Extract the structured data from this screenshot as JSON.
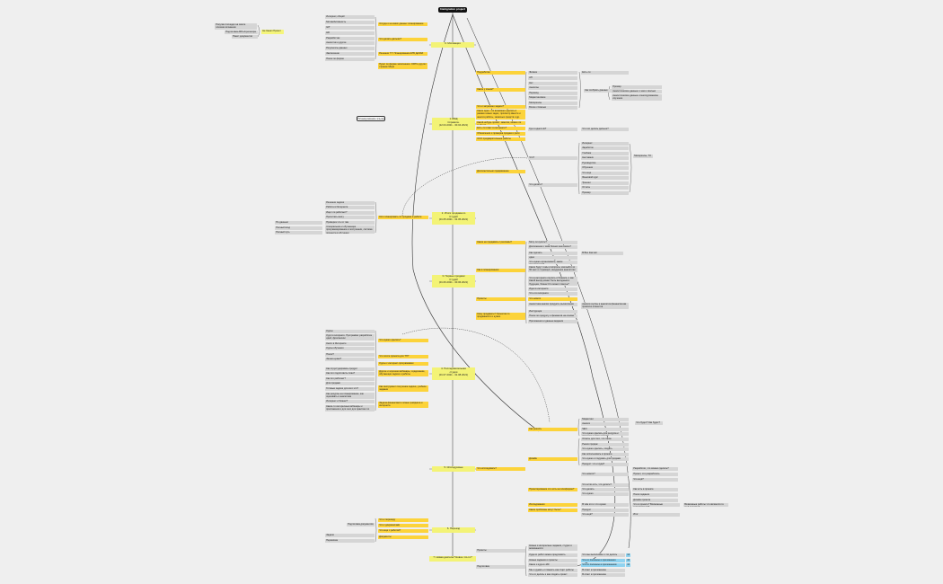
{
  "root": {
    "title": "Immigration project"
  },
  "free_label": "Планирование языка",
  "sections": [
    {
      "label": "0. Мотивация"
    },
    {
      "label": "1.ОБЩ\nСправочн.\n(12.04.2021 - 30.04.2021)"
    },
    {
      "label": "2. Итоги продажного\nСтудий\n(01.05.2021 - 31.05.2021)"
    },
    {
      "label": "3. Первые продажи\nСтудий\n(01.06.2021 - 30.06.2021)"
    },
    {
      "label": "4. Последовательная\nстудия\n(01.07.2021 - 31.08.2021)"
    },
    {
      "label": "5. Исследуемые"
    },
    {
      "label": "6. Переезд"
    },
    {
      "label": "7. Новая деятель? Новое что-то?"
    }
  ],
  "left_cluster": {
    "items": [
      "Покупка площади на земле\nплатежи вложения",
      "Подготовка АВЧ-Агрегатора",
      "Пакет документов"
    ],
    "hub": "Не Канал Проект"
  },
  "m0": {
    "a1": "Откуда и на каких данных планирование",
    "a2": "Что делать дальше?",
    "a3": "Решение Т.Т. Планирование ЕТБ ДеЛАЙ",
    "a4": "Пункт по форме заполнения. ОФП в других странах Мира",
    "leaves": [
      "Интернет, общий",
      "Мотив/Активность",
      "GIT",
      "HR",
      "Разработчик",
      "Аналитик и другие",
      "Результаты данных",
      "Заключение",
      "Поиск по форме"
    ]
  },
  "m1": {
    "y1": "Подработка",
    "y2": "Какое у языка?",
    "y3": "Что и затрачено задачи?",
    "y4": "Какие идеи, что возможно сделать в рамках новых задач, просмотр вместе и анализ работы, запасных средств и др.",
    "y5": "Какой-нибудь проект: заметки, можно ли выйти ?",
    "y6": "Есть ли ответ в интернете?",
    "y7": "Обновления и проверка продаж и роли",
    "y8": "ОСО предварительные работы",
    "y9": "Дополнительно продвижение",
    "g_a": [
      "Физика",
      "АП",
      "Нет",
      "Анализы",
      "Перевод",
      "Маркетинговое",
      "Материалы",
      "Более сложные"
    ],
    "g_b": "Есть ли",
    "g_c": "Как отобрать данные",
    "g_d": [
      "Пример",
      "Аналитические данные о чем и сколько",
      "Аналитические данные и многоуровневое изучение"
    ],
    "g_e": "Где в одного ЕТ",
    "g_f": "Что это делать дальше?",
    "g_g": "Что?",
    "g_h": "Что делать?",
    "g_list": [
      "Интернет",
      "Заработок",
      "Учебник",
      "Наставник",
      "Руководство",
      "Обучение",
      "Что еще",
      "Языковой курс",
      "Тренинг",
      "Отчеты",
      "Пример"
    ],
    "g_i": "Материалы, ТЗ"
  },
  "m2": {
    "hub": "Кого планировать по продаже в работе",
    "leaves": [
      "Решение задачи",
      "Работа в Интернете",
      "Ищет ли работает?",
      "Прочитать книгу",
      "Проверка что-то там",
      "Специальное и обучающее программирование в построении, система процесса в обучении"
    ],
    "left": [
      "По данным",
      "Полный вход",
      "Полный путь"
    ]
  },
  "m3": {
    "y1": "Какие не продавать с рекламы?",
    "y2": "Как в планировании",
    "y3": "Проекты",
    "y4": "Кому продавать? Проектов по продажности и нужно",
    "g1": [
      "Могу ли купить?",
      "Дополнение к теме бизнес как искать?"
    ],
    "g2": [
      "Как сделать",
      "идеи",
      "Что нужно организовать, какие предприятия?",
      "Какие будут темы и вопросы, как выйти из 50 книг и служащих, внедрение аналитики на основе",
      "Что в интернете изучить и бизнесе, и как Какой выход может быть выгодным в будущем, бизнес Кто может помочь?",
      "Идеи в интернете",
      "Что и в интернете"
    ],
    "g3": "В Все Как Нет",
    "g4": [
      "Что нового",
      "Аналитика анализ продукта, вычисления"
    ],
    "g5": "Анализ группы и аналитик финансов как привлечь клиентов",
    "g6": [
      "Инструкция",
      "Поиск по продукту и финансов на основе",
      "Приложения и данные ведения"
    ]
  },
  "m4": {
    "y1": "Что нужно сделать?",
    "y2": "Что после проекта для ТП?",
    "y3": "Курсы с интернет-программами",
    "y4": "Другие и хорошие вебинары, содержание, обучающие задачи и работы",
    "y5": "Как инструмент получение задачи, учебное задание",
    "y6": "Задача финансового плана трейдинга и интернета",
    "leaves": [
      "Курсы",
      "Курс в интернете. Программа: разработка идей, фрилансинг",
      "Книги в Интернете",
      "Курсы обучения",
      "Поиск?",
      "Зачем нужно?",
      "Как структурировать продукт",
      "Как это подготовить план?",
      "Как это работает?",
      "Для продажи",
      "Готовые задачи для кого это?",
      "Как ресурсы на планирование, как оценивать и аналитика",
      "Интернет и бизнес?",
      "Какие-то интересные вебинары и приложения и для чего для практики по итогу этого"
    ]
  },
  "m5": {
    "hub": "Что исследовать?",
    "y1": "Как решить",
    "y2": "Дизайн",
    "y3": "Проектирование что есть на платформе?",
    "y4": "Исследования",
    "y5": "Какие проблемы могут быть?",
    "g1": [
      "Маркетинг",
      "Анализ",
      "SEO",
      "Что нужно сделать для ресурса и продукта и каких сделать"
    ],
    "g1b": "Что будет? Как будет?",
    "g2": [
      "Ответы для того, что такое",
      "Рынок продаж",
      "Что нужно сделать, создать",
      "Как использовать в проекте",
      "Что нужно и подумать для продажи",
      "Продукт: что и куда?"
    ],
    "g2b": "Что нового?",
    "g2c": [
      "Разработки, что можно сделать?",
      "Проект, что разработать",
      "Что ещё?"
    ],
    "g3": "Что если есть, что делать?",
    "g3b": [
      "Что делать",
      "Что нужно"
    ],
    "g3c": [
      "Как есть в проекте",
      "Поиск задания",
      "Дизайн проекта"
    ],
    "g4": "В чём это и что нужно",
    "g4b": "Что в проекте? Возможные тестирования?",
    "g4c": "Возможные работы что являются те ещё сделать?",
    "g5": [
      "Продукт",
      "Что ещё?"
    ],
    "g5b": "Итог"
  },
  "m6": {
    "y1": "Что к переезду",
    "y2": "Что с документами",
    "y3": "Что еще с работой?",
    "y4": "Документы",
    "left": "Подготовка документов",
    "g": [
      "Задачи",
      "Перевозка"
    ]
  },
  "m7": {
    "g1": "Проекты",
    "g2": "Подготовка",
    "sub": [
      "Новые и интересные задания, студии и возможности",
      "Куда из работ можно предложить",
      "Новые задания и проекты",
      "Какие и куда в JAF",
      "Мы и думать и помнить как старт работы",
      "Что-то делать и как создать проект"
    ],
    "right": [
      "Что мы выполняем и что делать",
      "Что-то полезное и приложения",
      "Что-то полезное в приложениях",
      "В ответ к приложению",
      "В ответ к приложению"
    ],
    "tags": [
      "14",
      "15",
      "16"
    ]
  }
}
